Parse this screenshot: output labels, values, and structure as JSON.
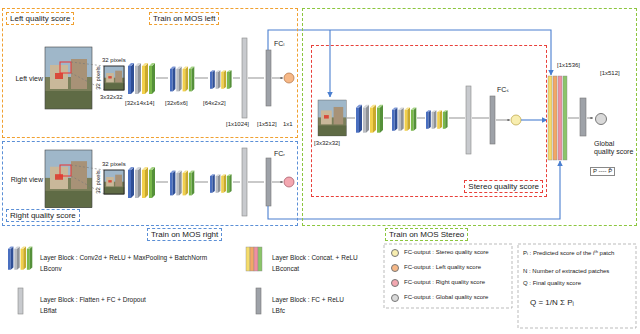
{
  "diagram": {
    "nodes": [
      {
        "text": [
          "Left quality score",
          "Train on MOS left"
        ]
      },
      {
        "text": [
          "Left view"
        ],
        "in": 0
      },
      {
        "text": [
          "Right quality score",
          "Train on MOS right"
        ]
      },
      {
        "text": [
          "Right view"
        ],
        "in": 2
      },
      {
        "text": [
          "Train on MOS Stereo"
        ]
      },
      {
        "text": [
          "Stereo quality score"
        ],
        "in": 4
      },
      {
        "text": [
          "Global quality score"
        ],
        "in": 4
      }
    ],
    "labels": [
      "32 pixels",
      "32 pixels",
      "3x32x32",
      "[32x14x14]",
      "[32x6x6]",
      "[64x2x2]",
      "[1x1024]",
      "[1x512]",
      "1x1",
      "FCₗ",
      "32 pixels",
      "32 pixels",
      "FCᵣ",
      "[3x32x32]",
      "FCₛ",
      "[1x1536]",
      "[1x512]",
      "P ---- P̂",
      "LBconv",
      "LBconcat",
      "LBflat",
      "LBfc",
      "Pᵢ : Predicted score of the iᵗʰ patch",
      "N : Number of extracted patches",
      "Q : Final quality score",
      "Q = 1/N Σ Pᵢ"
    ],
    "legend": [
      {
        "text": "Layer Block : Conv2d + ReLU + MaxPooling + BatchNorm"
      },
      {
        "text": "Layer Block : Concat. + ReLU"
      },
      {
        "text": "Layer Block : Flatten + FC + Dropout"
      },
      {
        "text": "Layer Block : FC + ReLU"
      },
      {
        "text": "FC-output : Stereo quality score",
        "color": "#f8eeb0"
      },
      {
        "text": "FC-output : Left quality score",
        "color": "#f6b887"
      },
      {
        "text": "FC-output : Right quality score",
        "color": "#f3a7b0"
      },
      {
        "text": "FC-output : Global quality score",
        "color": "#d9d9d9"
      }
    ]
  }
}
